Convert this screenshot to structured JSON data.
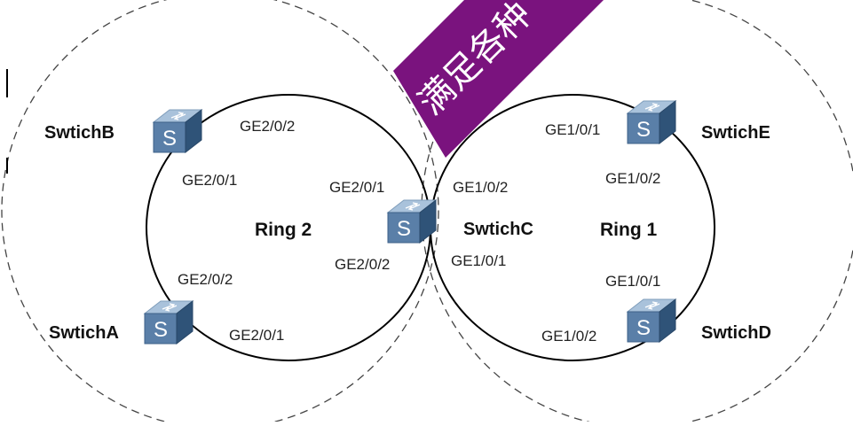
{
  "diagram": {
    "rings": {
      "ring1": "Ring 1",
      "ring2": "Ring 2"
    },
    "switches": {
      "a": "SwtichA",
      "b": "SwtichB",
      "c": "SwtichC",
      "d": "SwtichD",
      "e": "SwtichE"
    },
    "switch_glyph": "S",
    "ports": {
      "b_top": "GE2/0/2",
      "b_bottom": "GE2/0/1",
      "c_ring2_top": "GE2/0/1",
      "c_ring2_bottom": "GE2/0/2",
      "c_ring1_top": "GE1/0/2",
      "c_ring1_bottom": "GE1/0/1",
      "a_top": "GE2/0/2",
      "a_right": "GE2/0/1",
      "e_left": "GE1/0/1",
      "e_bottom": "GE1/0/2",
      "d_top": "GE1/0/1",
      "d_left": "GE1/0/2"
    },
    "ribbon": "满足各种",
    "colors": {
      "switch_front": "#5a7fa8",
      "switch_top": "#a9c2db",
      "switch_side": "#2f5378",
      "ribbon": "#7a137e"
    }
  }
}
